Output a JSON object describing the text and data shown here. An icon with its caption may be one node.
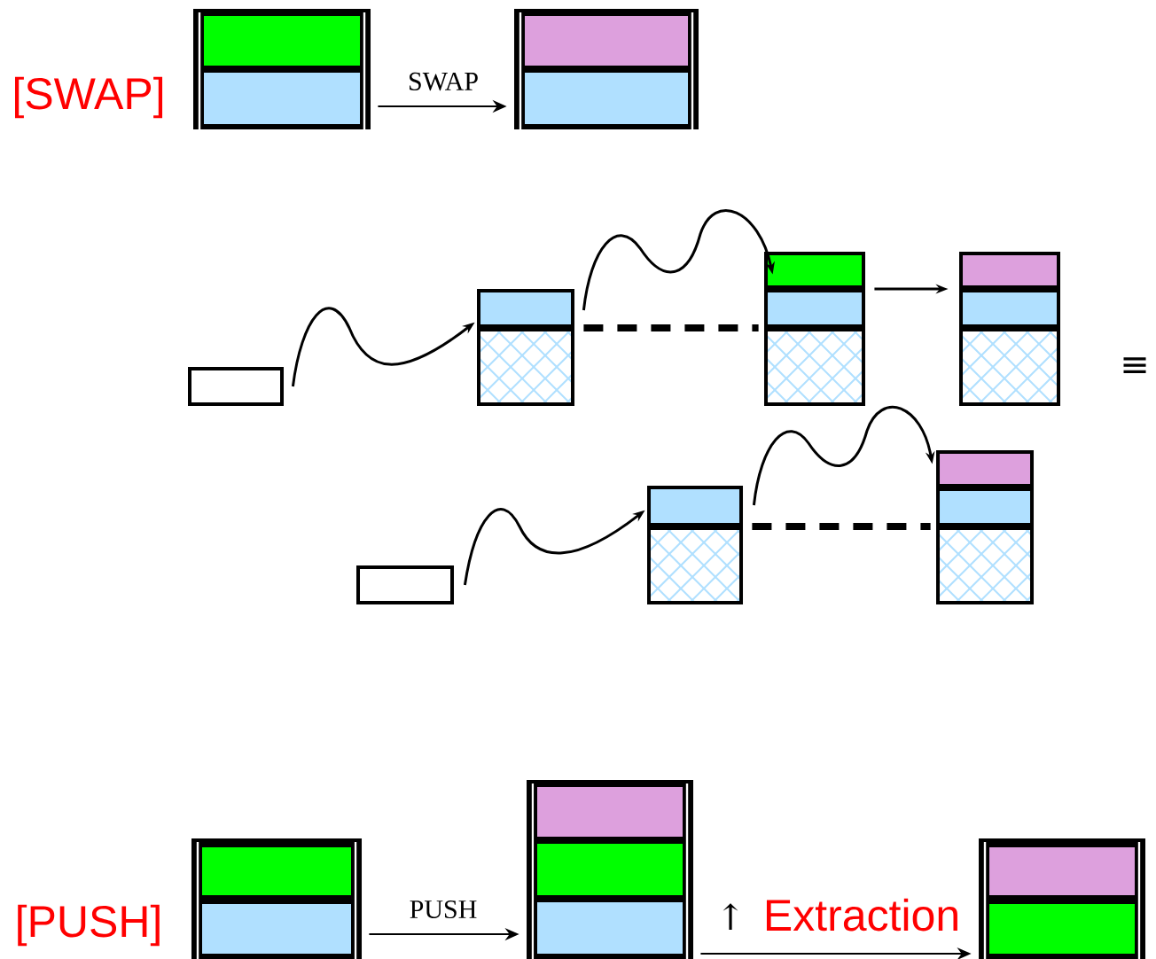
{
  "diagram": {
    "nodes": [
      {
        "text": [],
        "shape": "box"
      },
      {
        "text": [],
        "shape": "box"
      },
      {
        "text": [],
        "shape": "box"
      },
      {
        "text": [],
        "shape": "box"
      },
      {
        "text": [],
        "shape": "box"
      },
      {
        "text": [],
        "shape": "box"
      },
      {
        "text": [],
        "shape": "box"
      },
      {
        "text": [],
        "shape": "box"
      },
      {
        "text": [],
        "shape": "box"
      },
      {
        "text": [],
        "shape": "box"
      },
      {
        "text": [],
        "shape": "box"
      },
      {
        "text": [],
        "shape": "box"
      }
    ],
    "edges": [
      {
        "from": 0,
        "to": 1,
        "arrow": "to",
        "label": "SWAP"
      },
      {
        "from": 2,
        "to": 3,
        "arrow": "to"
      },
      {
        "from": 3,
        "to": 4,
        "arrow": "to"
      },
      {
        "from": 3,
        "to": 4,
        "arrow": "none",
        "style": "dashed"
      },
      {
        "from": 4,
        "to": 5,
        "arrow": "to"
      },
      {
        "from": 6,
        "to": 7,
        "arrow": "to"
      },
      {
        "from": 7,
        "to": 8,
        "arrow": "to"
      },
      {
        "from": 7,
        "to": 8,
        "arrow": "none",
        "style": "dashed"
      },
      {
        "from": 9,
        "to": 10,
        "arrow": "to",
        "label": "PUSH"
      },
      {
        "from": 10,
        "to": 11,
        "arrow": "to",
        "label": "Extraction"
      }
    ],
    "labels": [
      "[SWAP]",
      "≡",
      "[PUSH]",
      "↑"
    ]
  }
}
